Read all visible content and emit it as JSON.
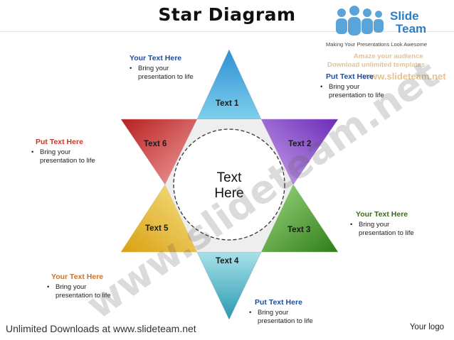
{
  "title": "Star Diagram",
  "center_text": [
    "Text",
    "Here"
  ],
  "points": {
    "top": "Text 1",
    "upper_right": "Text 2",
    "lower_right": "Text 3",
    "bottom": "Text 4",
    "lower_left": "Text 5",
    "upper_left": "Text 6"
  },
  "callouts": {
    "top": {
      "heading": "Your Text Here",
      "line1": "Bring your",
      "line2": "presentation to life"
    },
    "top_right": {
      "heading": "Put Text Here",
      "line1": "Bring your",
      "line2": "presentation to life"
    },
    "left": {
      "heading": "Put Text Here",
      "line1": "Bring your",
      "line2": "presentation to life"
    },
    "right": {
      "heading": "Your Text Here",
      "line1": "Bring your",
      "line2": "presentation to life"
    },
    "bottom_left": {
      "heading": "Your Text Here",
      "line1": "Bring your",
      "line2": "presentation to life"
    },
    "bottom": {
      "heading": "Put Text Here",
      "line1": "Bring your",
      "line2": "presentation to life"
    }
  },
  "brand": {
    "line1": "Slide",
    "line2": "Team",
    "tagline": "Making Your Presentations Look Awesome"
  },
  "watermark": {
    "line1": "Amaze your audience",
    "line2": "Download unlimited templates",
    "site": "www.slideteam.net",
    "big": "www.slideteam.net"
  },
  "footer": {
    "left": "Unlimited Downloads at www.slideteam.net",
    "right": "Your logo"
  },
  "colors": {
    "top": "#3aa6d8",
    "upper_right": "#8a3fc9",
    "lower_right": "#3f9a2a",
    "bottom": "#3fb0c4",
    "lower_left": "#e1b21f",
    "upper_left": "#c92e2e"
  }
}
